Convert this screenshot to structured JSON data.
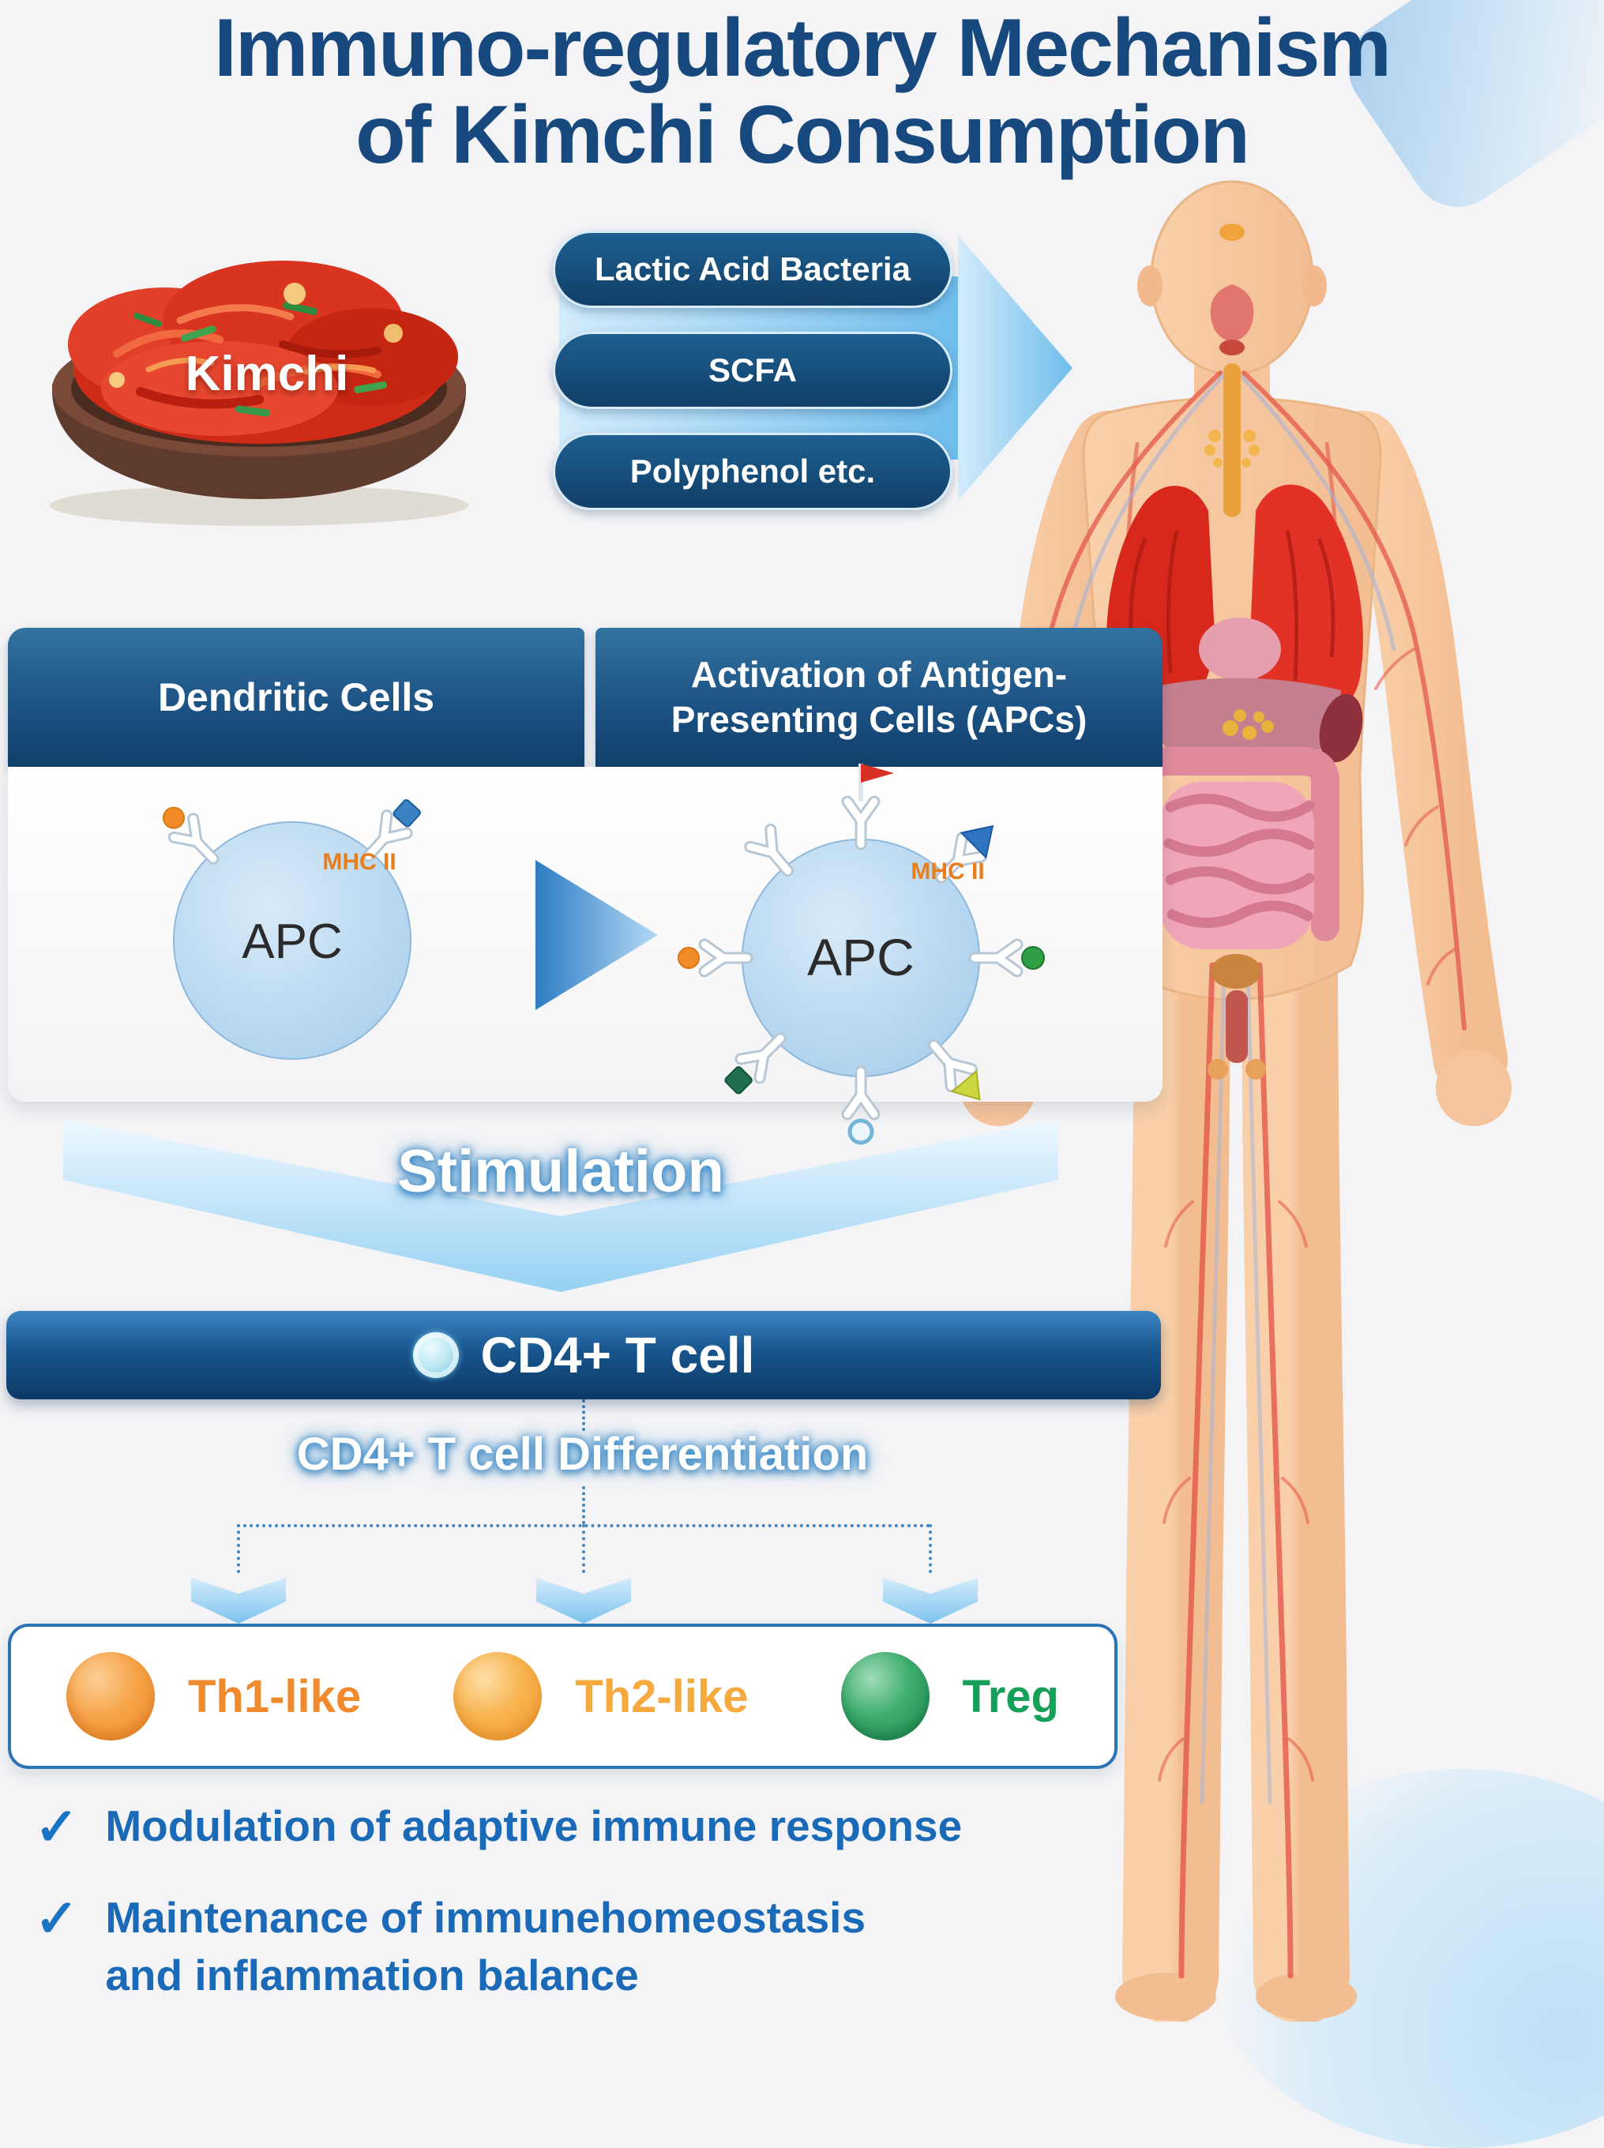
{
  "title": {
    "line1": "Immuno-regulatory Mechanism",
    "line2": "of Kimchi Consumption"
  },
  "kimchi": {
    "label": "Kimchi",
    "factors": [
      {
        "label": "Lactic Acid Bacteria"
      },
      {
        "label": "SCFA"
      },
      {
        "label": "Polyphenol etc."
      }
    ]
  },
  "apc_panel": {
    "header_left": "Dendritic Cells",
    "header_right_line1": "Activation of Antigen-",
    "header_right_line2": "Presenting Cells (APCs)",
    "left_cell": {
      "mhc_label": "MHC II",
      "label": "APC"
    },
    "right_cell": {
      "mhc_label": "MHC II",
      "label": "APC"
    }
  },
  "stimulation": {
    "label": "Stimulation"
  },
  "cd4": {
    "banner": "CD4+ T cell",
    "differentiation": "CD4+ T cell Differentiation"
  },
  "cell_types": [
    {
      "label": "Th1-like",
      "color": "#f08a2c"
    },
    {
      "label": "Th2-like",
      "color": "#f6a93e"
    },
    {
      "label": "Treg",
      "color": "#17a05a"
    }
  ],
  "outcomes": [
    {
      "text": "Modulation of adaptive immune response"
    },
    {
      "text": "Maintenance of immunehomeostasis and inflammation balance"
    }
  ],
  "colors": {
    "title_blue": "#17497e",
    "pill_navy": "#113f68",
    "arrow_light_blue": "#8ecff2",
    "mhc_orange": "#e87f1e",
    "check_blue": "#1a74c4",
    "skin": "#f8c9a3"
  }
}
